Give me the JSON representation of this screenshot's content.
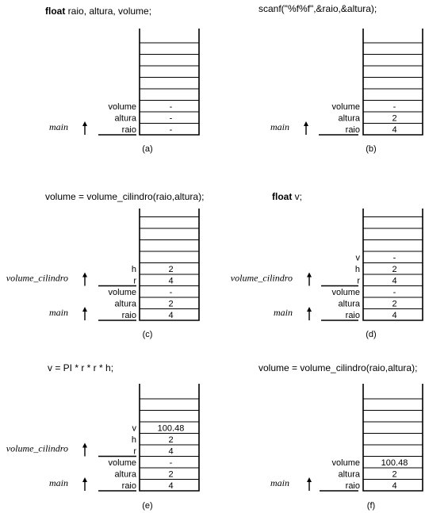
{
  "panels": [
    {
      "caption": "(a)",
      "code": [
        {
          "text": "float",
          "bold": true
        },
        {
          "text": " raio, altura, volume;",
          "bold": false
        }
      ],
      "rows": [
        {
          "label": "raio",
          "value": "-"
        },
        {
          "label": "altura",
          "value": "-"
        },
        {
          "label": "volume",
          "value": "-"
        }
      ],
      "frames": [
        {
          "name": "main",
          "rows": 3
        }
      ]
    },
    {
      "caption": "(b)",
      "code": [
        {
          "text": "scanf(\"%f%f\",&raio,&altura);",
          "bold": false
        }
      ],
      "rows": [
        {
          "label": "raio",
          "value": "4"
        },
        {
          "label": "altura",
          "value": "2"
        },
        {
          "label": "volume",
          "value": "-"
        }
      ],
      "frames": [
        {
          "name": "main",
          "rows": 3
        }
      ]
    },
    {
      "caption": "(c)",
      "code": [
        {
          "text": "volume = volume_cilindro(raio,altura);",
          "bold": false
        }
      ],
      "rows": [
        {
          "label": "raio",
          "value": "4"
        },
        {
          "label": "altura",
          "value": "2"
        },
        {
          "label": "volume",
          "value": "-"
        },
        {
          "label": "r",
          "value": "4"
        },
        {
          "label": "h",
          "value": "2"
        }
      ],
      "frames": [
        {
          "name": "main",
          "rows": 3
        },
        {
          "name": "volume_cilindro",
          "rows": 2
        }
      ]
    },
    {
      "caption": "(d)",
      "code": [
        {
          "text": "float",
          "bold": true
        },
        {
          "text": " v;",
          "bold": false
        }
      ],
      "rows": [
        {
          "label": "raio",
          "value": "4"
        },
        {
          "label": "altura",
          "value": "2"
        },
        {
          "label": "volume",
          "value": "-"
        },
        {
          "label": "r",
          "value": "4"
        },
        {
          "label": "h",
          "value": "2"
        },
        {
          "label": "v",
          "value": "-"
        }
      ],
      "frames": [
        {
          "name": "main",
          "rows": 3
        },
        {
          "name": "volume_cilindro",
          "rows": 3
        }
      ]
    },
    {
      "caption": "(e)",
      "code": [
        {
          "text": "v = PI * r * r * h;",
          "bold": false
        }
      ],
      "rows": [
        {
          "label": "raio",
          "value": "4"
        },
        {
          "label": "altura",
          "value": "2"
        },
        {
          "label": "volume",
          "value": "-"
        },
        {
          "label": "r",
          "value": "4"
        },
        {
          "label": "h",
          "value": "2"
        },
        {
          "label": "v",
          "value": "100.48"
        }
      ],
      "frames": [
        {
          "name": "main",
          "rows": 3
        },
        {
          "name": "volume_cilindro",
          "rows": 3
        }
      ]
    },
    {
      "caption": "(f)",
      "code": [
        {
          "text": "volume = volume_cilindro(raio,altura);",
          "bold": false
        }
      ],
      "rows": [
        {
          "label": "raio",
          "value": "4"
        },
        {
          "label": "altura",
          "value": "2"
        },
        {
          "label": "volume",
          "value": "100.48"
        }
      ],
      "frames": [
        {
          "name": "main",
          "rows": 3
        }
      ]
    }
  ]
}
